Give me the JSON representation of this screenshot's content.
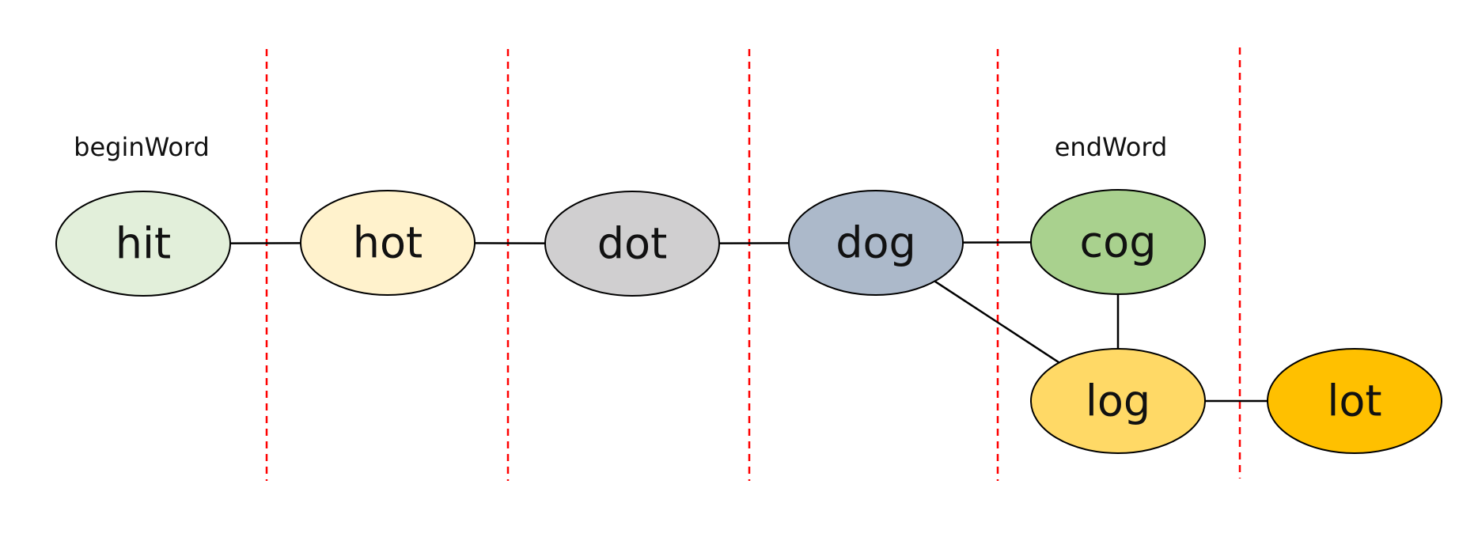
{
  "diagram": {
    "captions": {
      "begin": "beginWord",
      "end": "endWord"
    },
    "nodes": [
      {
        "id": "hit",
        "label": "hit",
        "color": "#e2efda"
      },
      {
        "id": "hot",
        "label": "hot",
        "color": "#fff2cc"
      },
      {
        "id": "dot",
        "label": "dot",
        "color": "#d0cfd0"
      },
      {
        "id": "dog",
        "label": "dog",
        "color": "#acb9ca"
      },
      {
        "id": "cog",
        "label": "cog",
        "color": "#a9d18e"
      },
      {
        "id": "log",
        "label": "log",
        "color": "#ffd966"
      },
      {
        "id": "lot",
        "label": "lot",
        "color": "#ffc000"
      }
    ],
    "edges": [
      {
        "from": "hit",
        "to": "hot"
      },
      {
        "from": "hot",
        "to": "dot"
      },
      {
        "from": "dot",
        "to": "dog"
      },
      {
        "from": "dog",
        "to": "cog"
      },
      {
        "from": "dog",
        "to": "log"
      },
      {
        "from": "cog",
        "to": "log"
      },
      {
        "from": "log",
        "to": "lot"
      }
    ],
    "divider_color": "#ff0000"
  }
}
